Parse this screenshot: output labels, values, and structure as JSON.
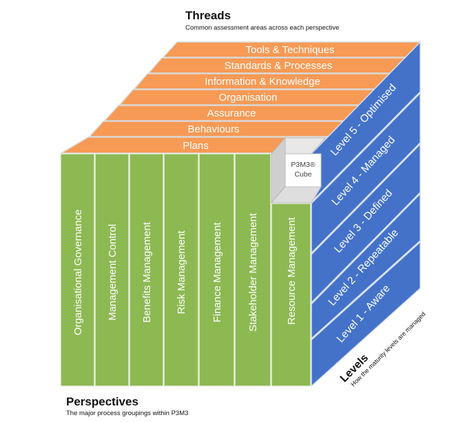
{
  "threads": {
    "heading": "Threads",
    "subtitle": "Common assessment areas across each perspective",
    "items": [
      "Tools & Techniques",
      "Standards & Processes",
      "Information & Knowledge",
      "Organisation",
      "Assurance",
      "Behaviours",
      "Plans"
    ]
  },
  "perspectives": {
    "heading": "Perspectives",
    "subtitle": "The major process groupings within P3M3",
    "items": [
      "Organisational Governance",
      "Management Control",
      "Benefits Management",
      "Risk Management",
      "Finance Management",
      "Stakeholder Management",
      "Resource Management"
    ]
  },
  "levels": {
    "heading": "Levels",
    "subtitle": "How the maturity levels are managed",
    "items": [
      "Level 5 - Optimised",
      "Level 4 - Managed",
      "Level 3 - Defined",
      "Level 2 - Repeatable",
      "Level 1 - Aware"
    ]
  },
  "cube": {
    "line1": "P3M3®",
    "line2": "Cube"
  },
  "colors": {
    "thread_fill": "#F79A55",
    "thread_stroke": "#d9d9d9",
    "perspective_fill": "#8DB953",
    "perspective_stroke": "#e8efe0",
    "level_fill": "#4472C9",
    "level_stroke": "#d7e0f2",
    "cube_fill": "#ffffff",
    "cube_side": "#cfcfcf"
  }
}
